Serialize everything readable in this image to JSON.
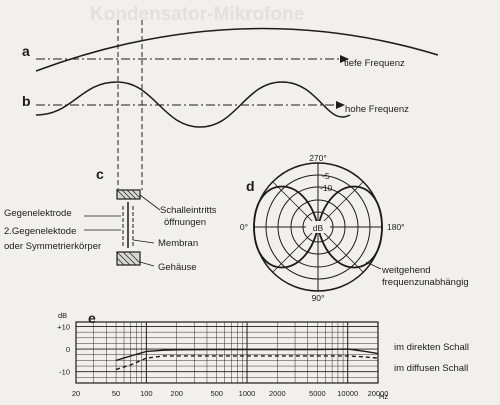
{
  "header_text": "Kondensator-Mikrofone",
  "panels": {
    "a": {
      "letter": "a",
      "label": "tiefe Frequenz"
    },
    "b": {
      "letter": "b",
      "label": "hohe Frequenz"
    },
    "c": {
      "letter": "c",
      "left_labels": [
        "Gegenelektrode",
        "2.Gegenelektode",
        "oder Symmetrierkörper"
      ],
      "right_labels": [
        "Schalleintritts",
        "öffnungen",
        "Membran",
        "Gehäuse"
      ]
    },
    "d": {
      "letter": "d",
      "angle_labels": {
        "top": "270°",
        "left": "0°",
        "right": "180°",
        "bottom": "90°"
      },
      "ring_labels": [
        "-5",
        "-10"
      ],
      "center_label": "dB",
      "note": [
        "weitgehend",
        "frequenzunabhängig"
      ]
    },
    "e": {
      "letter": "e",
      "y_unit": "dB",
      "y_ticks": [
        "+10",
        "0",
        "-10"
      ],
      "x_unit": "Hz",
      "x_ticks": [
        "20",
        "50",
        "100",
        "200",
        "500",
        "1000",
        "2000",
        "5000",
        "10000",
        "20000"
      ],
      "series_labels": [
        "im direkten Schall",
        "im diffusen Schall"
      ]
    }
  },
  "chart_data": {
    "type": "line",
    "xlabel": "Hz",
    "ylabel": "dB",
    "x_scale": "log",
    "xlim": [
      20,
      20000
    ],
    "ylim": [
      -15,
      12
    ],
    "series": [
      {
        "name": "im direkten Schall",
        "x": [
          50,
          70,
          100,
          150,
          200,
          500,
          1000,
          2000,
          5000,
          10000,
          15000,
          20000
        ],
        "y": [
          -5,
          -3,
          -1,
          -0.5,
          -0.3,
          -0.2,
          -0.2,
          -0.2,
          -0.2,
          0,
          -1,
          -2
        ]
      },
      {
        "name": "im diffusen Schall",
        "x": [
          50,
          70,
          100,
          150,
          200,
          500,
          1000,
          2000,
          5000,
          10000,
          15000,
          20000
        ],
        "y": [
          -9,
          -7,
          -4,
          -3,
          -3,
          -3,
          -3,
          -3,
          -3,
          -3,
          -3.5,
          -4
        ]
      }
    ]
  }
}
